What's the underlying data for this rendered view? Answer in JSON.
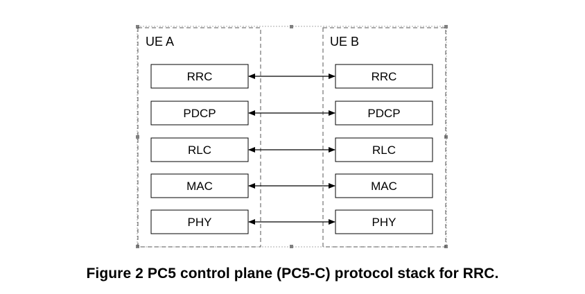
{
  "diagram": {
    "entities": [
      {
        "id": "ue_a",
        "label": "UE A"
      },
      {
        "id": "ue_b",
        "label": "UE B"
      }
    ],
    "layers": [
      "RRC",
      "PDCP",
      "RLC",
      "MAC",
      "PHY"
    ],
    "connector": "bidirectional-arrow"
  },
  "caption": "Figure 2 PC5 control plane (PC5-C) protocol stack for RRC.",
  "colors": {
    "stroke": "#000000",
    "dashed_border": "#555555",
    "selection_border": "#aaaaaa",
    "selection_handle": "#808080",
    "box_fill": "#ffffff"
  }
}
